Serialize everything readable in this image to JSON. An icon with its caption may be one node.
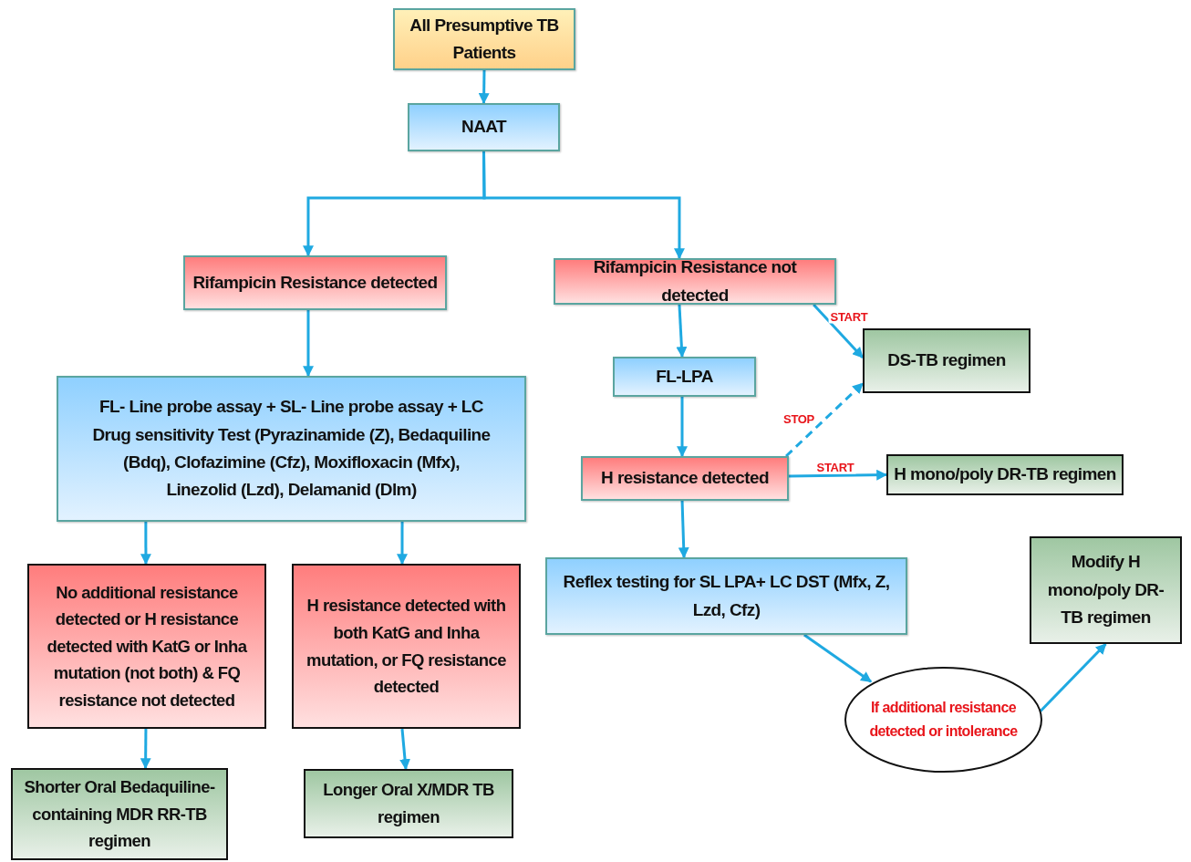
{
  "diagram": {
    "nodes": [
      {
        "text": [
          "All Presumptive TB Patients"
        ]
      },
      {
        "text": [
          "NAAT"
        ]
      },
      {
        "text": [
          "Rifampicin Resistance detected"
        ]
      },
      {
        "text": [
          "Rifampicin Resistance not detected"
        ]
      },
      {
        "text": [
          "FL- Line probe assay + SL- Line probe assay + LC Drug sensitivity Test (Pyrazinamide (Z), Bedaquiline (Bdq), Clofazimine (Cfz), Moxifloxacin (Mfx), Linezolid (Lzd), Delamanid (Dlm)"
        ]
      },
      {
        "text": [
          "FL-LPA"
        ]
      },
      {
        "text": [
          "DS-TB regimen"
        ]
      },
      {
        "text": [
          "H resistance detected"
        ]
      },
      {
        "text": [
          "H mono/poly DR-TB regimen"
        ]
      },
      {
        "text": [
          "No additional resistance detected or H resistance detected with KatG or Inha mutation (not both) & FQ resistance not detected"
        ]
      },
      {
        "text": [
          "H resistance detected with both KatG and Inha mutation, or FQ resistance detected"
        ]
      },
      {
        "text": [
          "Reflex testing for SL LPA+ LC DST (Mfx, Z, Lzd, Cfz)"
        ]
      },
      {
        "text": [
          "Modify H mono/poly DR-TB regimen"
        ]
      },
      {
        "text": [
          "If additional resistance detected or intolerance"
        ]
      },
      {
        "text": [
          "Shorter Oral Bedaquiline-containing MDR RR-TB regimen"
        ]
      },
      {
        "text": [
          "Longer Oral X/MDR TB regimen"
        ]
      }
    ],
    "edges": [
      {
        "from": 0,
        "to": 1,
        "arrow": "to"
      },
      {
        "from": 1,
        "to": 2,
        "arrow": "to"
      },
      {
        "from": 1,
        "to": 3,
        "arrow": "to"
      },
      {
        "from": 2,
        "to": 4,
        "arrow": "to"
      },
      {
        "from": 3,
        "to": 5,
        "arrow": "to"
      },
      {
        "from": 3,
        "to": 6,
        "arrow": "to",
        "label": "START"
      },
      {
        "from": 5,
        "to": 7,
        "arrow": "to"
      },
      {
        "from": 7,
        "to": 6,
        "arrow": "to",
        "label": "STOP",
        "style": "dashed"
      },
      {
        "from": 7,
        "to": 8,
        "arrow": "to",
        "label": "START"
      },
      {
        "from": 7,
        "to": 11,
        "arrow": "to"
      },
      {
        "from": 4,
        "to": 9,
        "arrow": "to"
      },
      {
        "from": 4,
        "to": 10,
        "arrow": "to"
      },
      {
        "from": 9,
        "to": 14,
        "arrow": "to"
      },
      {
        "from": 10,
        "to": 15,
        "arrow": "to"
      },
      {
        "from": 11,
        "to": 13,
        "arrow": "to"
      },
      {
        "from": 13,
        "to": 12,
        "arrow": "to"
      }
    ]
  }
}
